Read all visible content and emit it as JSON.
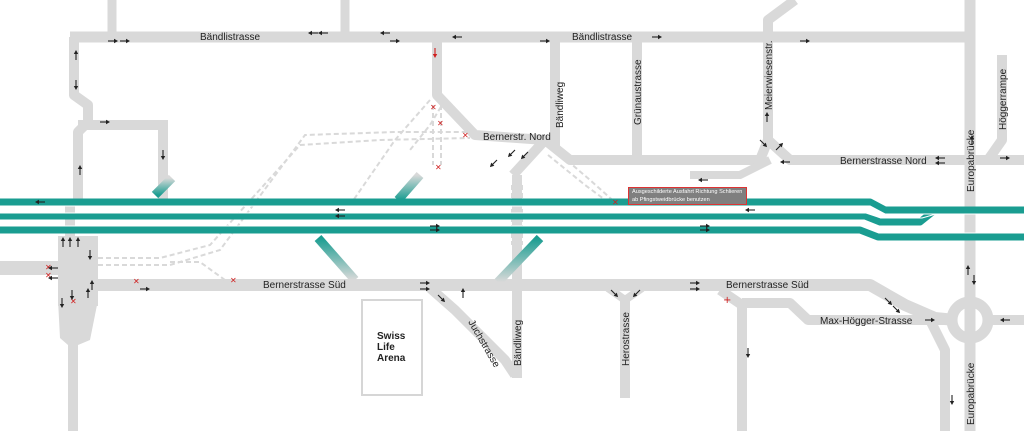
{
  "map": {
    "streets": {
      "baendlistrasse_west": "Bändlistrasse",
      "baendlistrasse_east": "Bändlistrasse",
      "baendliweg_north": "Bändliweg",
      "gruenaustrasse": "Grünaustrasse",
      "meierwiesenstr": "Meierwiesenstr.",
      "hoeggerrampe": "Höggerrampe",
      "bernerstr_nord_short": "Bernerstr. Nord",
      "bernerstrasse_nord": "Bernerstrasse Nord",
      "europabruecke_north": "Europabrücke",
      "bernerstrasse_sued_west": "Bernerstrasse Süd",
      "bernerstrasse_sued_east": "Bernerstrasse Süd",
      "juchstrasse": "Juchstrasse",
      "baendliweg_south": "Bändliweg",
      "herostrasse": "Herostrasse",
      "max_hoegger_strasse": "Max-Högger-Strasse",
      "europabruecke_south": "Europabrücke"
    },
    "arena": [
      "Swiss",
      "Life",
      "Arena"
    ],
    "notice": "Ausgeschilderte Ausfahrt Richtung Schlieren ab Pfingstweidbrücke benutzen",
    "colors": {
      "road": "#d9d9d9",
      "highway": "#1a9d91",
      "arrow": "#222222",
      "closure": "#d01e1e",
      "notice_background": "#7f7f7f"
    },
    "icons": [
      "direction-arrow-icon",
      "closure-x-icon",
      "closure-plus-icon"
    ]
  }
}
